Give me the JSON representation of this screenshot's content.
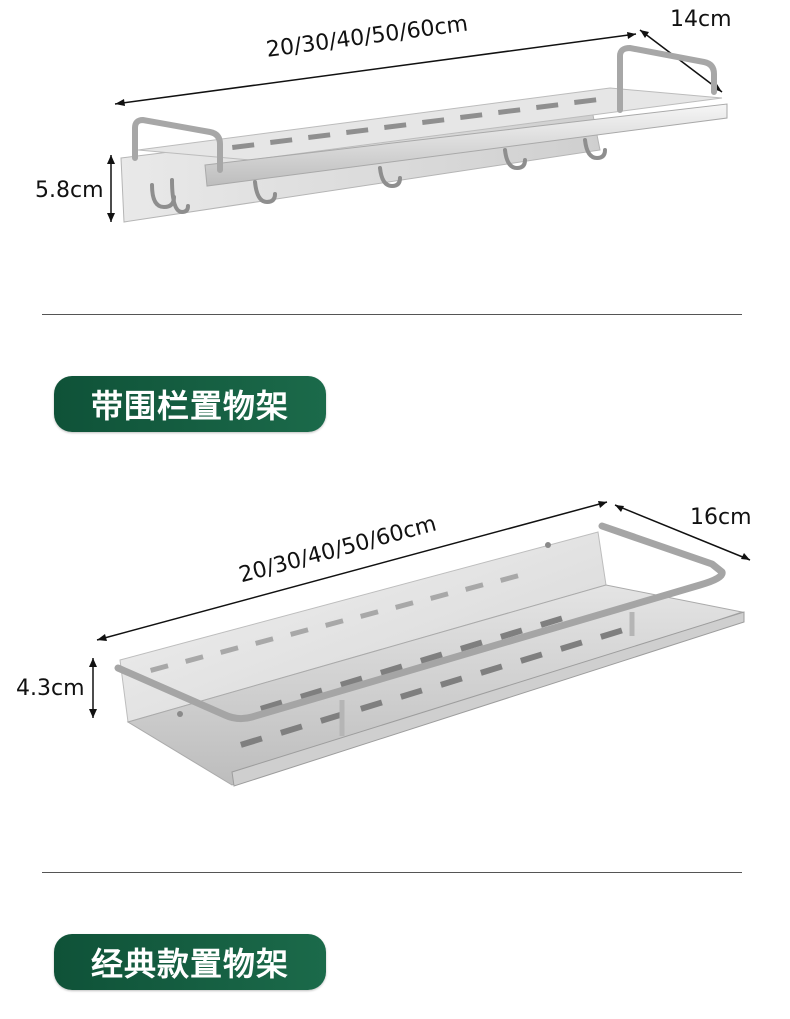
{
  "top_shelf": {
    "length_label": "20/30/40/50/60cm",
    "depth_label": "14cm",
    "height_label": "5.8cm"
  },
  "middle_badge": {
    "label": "带围栏置物架"
  },
  "bottom_shelf": {
    "length_label": "20/30/40/50/60cm",
    "depth_label": "16cm",
    "height_label": "4.3cm"
  },
  "bottom_badge": {
    "label": "经典款置物架"
  },
  "colors": {
    "badge_green": "#0f5238",
    "metal_light": "#eeeeee",
    "metal_mid": "#cfcfcf",
    "metal_dark": "#9a9a9a",
    "dimension_line": "#111111",
    "divider": "#555555"
  }
}
